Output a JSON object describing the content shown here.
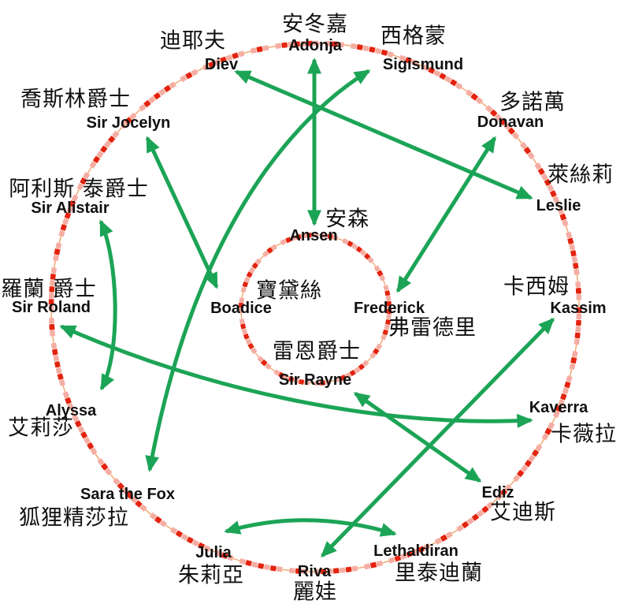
{
  "diagram": {
    "type": "relationship-circle-matching",
    "colors": {
      "arrow_green": "#1CA456",
      "circle_dash_red": "#E3230F",
      "circle_dash_pink": "#F5ADA3",
      "circle_underline_orange": "#F2A36B",
      "text": "#101010",
      "background": "#FFFFFF"
    },
    "outer_ring": {
      "nodes": [
        {
          "id": "adonja",
          "zh": "安冬嘉",
          "en": "Adonja"
        },
        {
          "id": "sigismund",
          "zh": "西格蒙",
          "en": "Sigismund"
        },
        {
          "id": "donavan",
          "zh": "多諾萬",
          "en": "Donavan"
        },
        {
          "id": "leslie",
          "zh": "萊絲莉",
          "en": "Leslie"
        },
        {
          "id": "kassim",
          "zh": "卡西姆",
          "en": "Kassim"
        },
        {
          "id": "kaverra",
          "zh": "卡薇拉",
          "en": "Kaverra"
        },
        {
          "id": "ediz",
          "zh": "艾迪斯",
          "en": "Ediz"
        },
        {
          "id": "lethaldiran",
          "zh": "里泰迪蘭",
          "en": "Lethaldiran"
        },
        {
          "id": "riva",
          "zh": "麗娃",
          "en": "Riva"
        },
        {
          "id": "julia",
          "zh": "朱莉亞",
          "en": "Julia"
        },
        {
          "id": "sara",
          "zh": "狐狸精莎拉",
          "en": "Sara the Fox"
        },
        {
          "id": "alyssa",
          "zh": "艾莉莎",
          "en": "Alyssa"
        },
        {
          "id": "roland",
          "zh": "羅蘭 爵士",
          "en": "Sir Roland"
        },
        {
          "id": "alistair",
          "zh": "阿利斯 泰爵士",
          "en": "Sir Alistair"
        },
        {
          "id": "jocelyn",
          "zh": "喬斯林爵士",
          "en": "Sir Jocelyn"
        },
        {
          "id": "diev",
          "zh": "迪耶夫",
          "en": "Diev"
        }
      ]
    },
    "inner_ring": {
      "nodes": [
        {
          "id": "ansen",
          "zh": "安森",
          "en": "Ansen"
        },
        {
          "id": "frederick",
          "zh": "弗雷德里",
          "en": "Frederick"
        },
        {
          "id": "rayne",
          "zh": "雷恩爵士",
          "en": "Sir Rayne"
        },
        {
          "id": "boadice",
          "zh": "寶黛絲",
          "en": "Boadice"
        }
      ]
    },
    "edges": [
      {
        "from": "Adonja",
        "to": "Ansen",
        "arrow": "double"
      },
      {
        "from": "Diev",
        "to": "Leslie",
        "arrow": "double"
      },
      {
        "from": "Sigismund",
        "to": "Sara the Fox",
        "arrow": "double",
        "shape": "curved"
      },
      {
        "from": "Sir Jocelyn",
        "to": "Boadice",
        "arrow": "double"
      },
      {
        "from": "Sir Alistair",
        "to": "Alyssa",
        "arrow": "double",
        "shape": "curved"
      },
      {
        "from": "Sir Roland",
        "to": "Kaverra",
        "arrow": "double",
        "shape": "curved"
      },
      {
        "from": "Donavan",
        "to": "Frederick",
        "arrow": "double"
      },
      {
        "from": "Riva",
        "to": "Kassim",
        "arrow": "double"
      },
      {
        "from": "Julia",
        "to": "Lethaldiran",
        "arrow": "double",
        "shape": "curved"
      },
      {
        "from": "Sir Rayne",
        "to": "Ediz",
        "arrow": "double"
      }
    ]
  }
}
